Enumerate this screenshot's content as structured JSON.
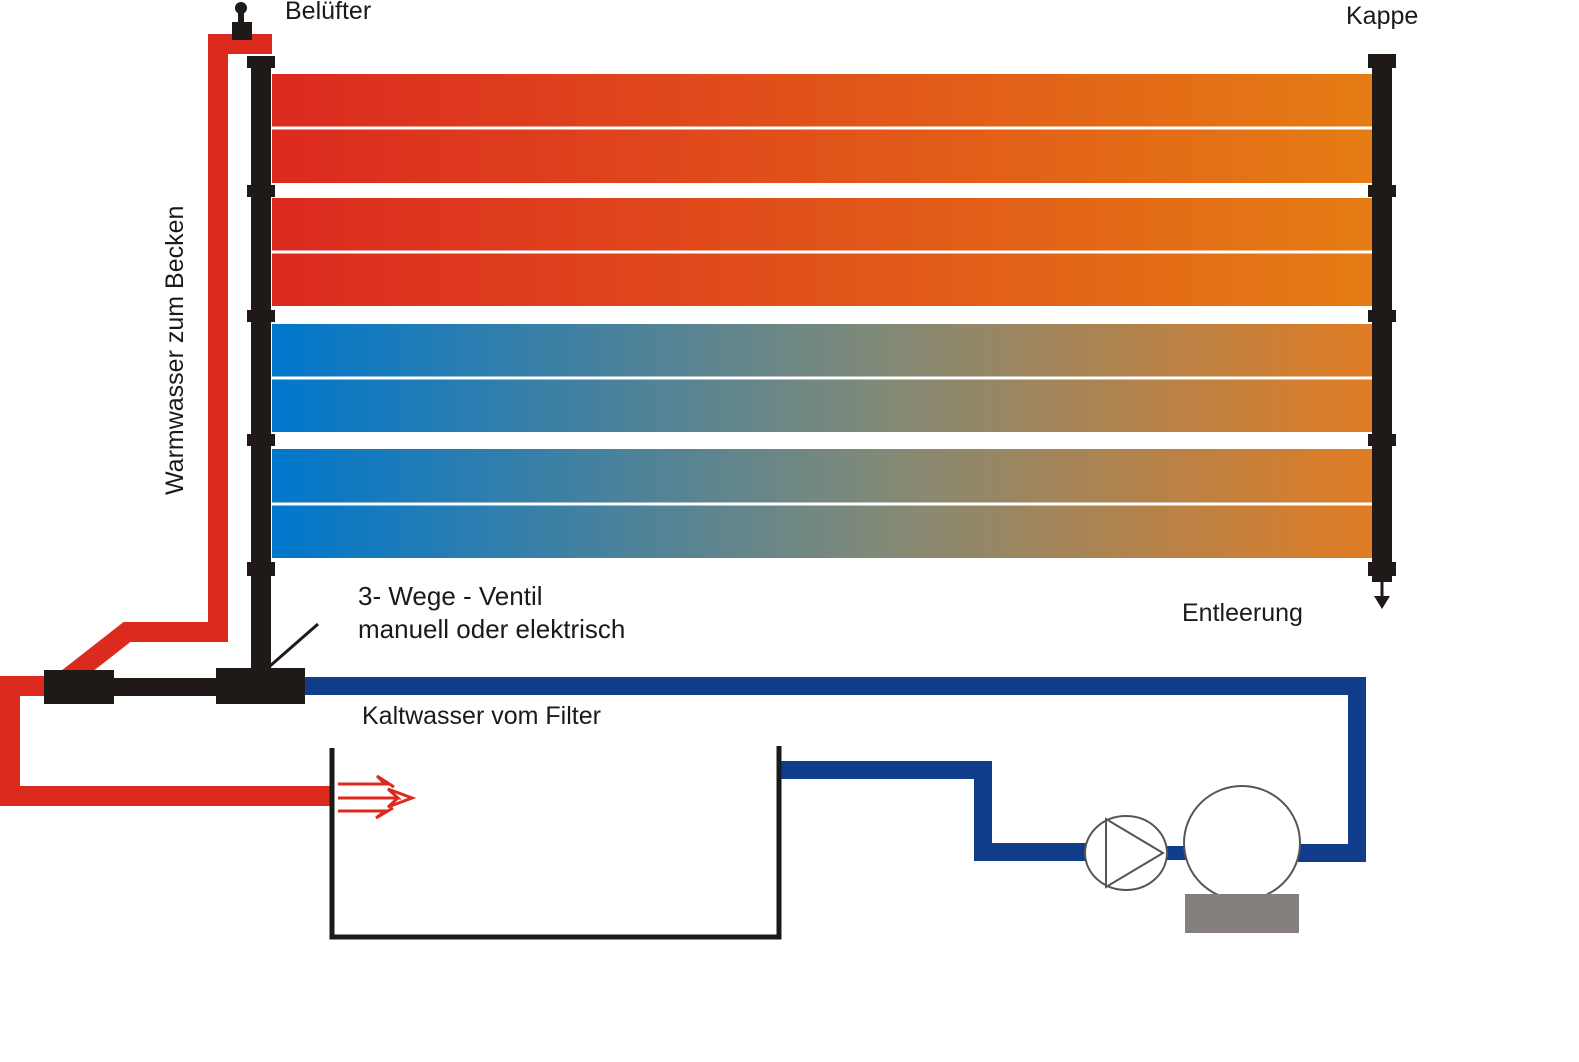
{
  "labels": {
    "vent": "Belüfter",
    "cap": "Kappe",
    "warm_return": "Warmwasser zum Becken",
    "valve_line1": "3- Wege - Ventil",
    "valve_line2": "manuell oder elektrisch",
    "drain": "Entleerung",
    "cold_supply": "Kaltwasser vom Filter"
  },
  "colors": {
    "hot_pipe": "#dd2a1e",
    "cold_pipe": "#0f3d8c",
    "header_pipe": "#1f1a17",
    "hot_start": "#dc2a20",
    "hot_end": "#e57c14",
    "cold_start": "#0077cc",
    "cold_mid": "#808a78",
    "cold_end": "#e07c24",
    "filter_base": "#857f7e"
  },
  "panels": [
    {
      "id": "panel-1",
      "kind": "hot"
    },
    {
      "id": "panel-2",
      "kind": "hot"
    },
    {
      "id": "panel-3",
      "kind": "cold"
    },
    {
      "id": "panel-4",
      "kind": "cold"
    }
  ],
  "icons": {
    "vent": "air-vent-icon",
    "drain": "drain-arrow-icon",
    "pump": "pump-icon",
    "filter": "sand-filter-icon",
    "inflow": "inflow-arrows-icon"
  }
}
